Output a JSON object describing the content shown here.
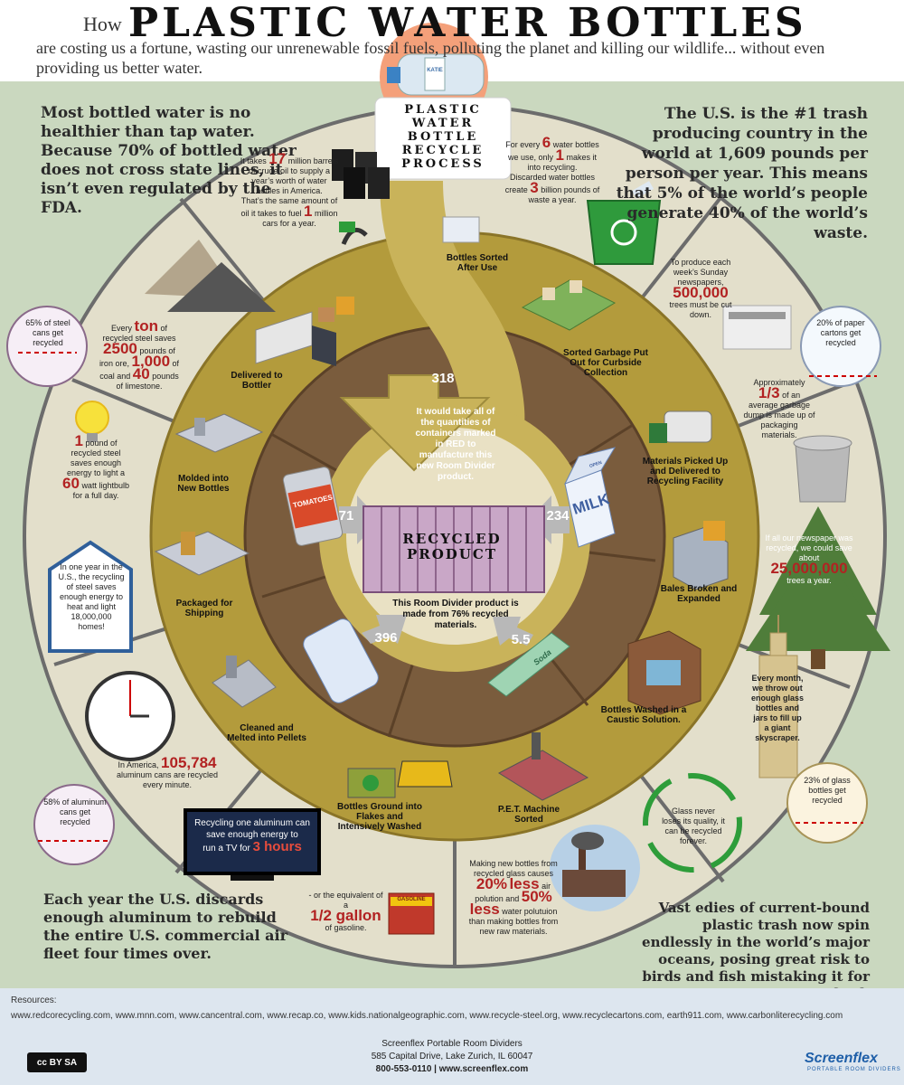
{
  "header": {
    "how": "How",
    "title": "PLASTIC WATER BOTTLES",
    "subtitle": "are costing us a fortune, wasting our unrenewable fossil fuels, polluting the planet and killing our wildlife... without even providing us better water."
  },
  "facts": {
    "top_left": "Most bottled water is no healthier than tap water. Because 70% of bottled water does not cross state lines, it isn’t even regulated by the FDA.",
    "top_right": "The U.S. is the #1 trash producing country in the world at 1,609 pounds per person per year. This means that 5% of the world’s people generate 40% of the world’s waste.",
    "bottom_left": "Each year the U.S. discards enough aluminum to rebuild the entire U.S. commercial air fleet four times over.",
    "bottom_right": "Vast edies of current-bound plastic trash now spin endlessly in the world’s major oceans, posing great risk to birds and fish mistaking it for food."
  },
  "process_title": "PLASTIC WATER BOTTLE RECYCLE PROCESS",
  "bottle_brand": "KATIE",
  "ring_facts": {
    "oil_pre": "It takes",
    "oil_num": "17",
    "oil_post": "million barrels of crude oil to supply a year’s worth of water bottles in America.",
    "oil_cars_pre": "That’s the same amount of oil it takes to fuel",
    "oil_cars_num": "1",
    "oil_cars_post": "million cars for a year.",
    "recycle_pre": "For every",
    "recycle_num6": "6",
    "recycle_mid": "water bottles we use, only",
    "recycle_num1": "1",
    "recycle_post": "makes it into recycling.",
    "discard_pre": "Discarded water bottles create",
    "discard_num": "3",
    "discard_post": "billion pounds of waste a year.",
    "news_pre": "To produce each week’s Sunday newspapers,",
    "news_num": "500,000",
    "news_post": "trees must be cut down.",
    "pack_pre": "Approximately",
    "pack_num": "1/3",
    "pack_post": "of an average garbage dump is made up of packaging materials.",
    "tree_pre": "If all our newspaper was recycled, we could save about",
    "tree_num": "25,000,000",
    "tree_post": "trees a year.",
    "sky": "Every month, we throw out enough glass bottles and jars to fill up a giant skyscraper.",
    "glass_cycle": "Glass never loses its quality, it can be recycled forever.",
    "glass_pre": "Making new bottles from recycled glass causes",
    "glass_num1": "20%",
    "glass_num1_word": "less",
    "glass_mid": "air polution and",
    "glass_num2": "50% less",
    "glass_post": "water polutuion than making bottles from new raw materials.",
    "gas_pre": "- or the equivalent of a",
    "gas_num": "1/2 gallon",
    "gas_post": "of gasoline.",
    "tv_pre": "Recycling one aluminum can save enough energy to",
    "tv_mid": "run a TV for",
    "tv_num": "3 hours",
    "alum_pre": "In America,",
    "alum_num": "105,784",
    "alum_post": "aluminum cans are recycled every minute.",
    "house": "In one year in the U.S., the recycling of steel saves enough energy to heat and light 18,000,000 homes!",
    "bulb_num": "1",
    "bulb_pre": "pound of recycled steel saves enough energy to light a",
    "bulb_num2": "60",
    "bulb_post": "watt lightbulb for a full day.",
    "steel_pre": "Every",
    "steel_word": "ton",
    "steel_mid": "of recycled steel saves",
    "steel_num1": "2500",
    "steel_mid2": "pounds of iron ore,",
    "steel_num2": "1,000",
    "steel_mid3": "of coal and",
    "steel_num3": "40",
    "steel_post": "pounds of limestone."
  },
  "bubbles": {
    "steel": "65% of steel cans get recycled",
    "paper": "20% of paper cartons get recycled",
    "aluminum": "58% of aluminum cans get recycled",
    "glass": "23% of glass bottles get recycled"
  },
  "steps": [
    "Bottles Sorted After Use",
    "Sorted Garbage Put Out for Curbside Collection",
    "Materials Picked Up and Delivered to Recycling Facility",
    "Bales Broken and Expanded",
    "Bottles Washed in a Caustic Solution.",
    "P.E.T. Machine Sorted",
    "Bottles Ground into Flakes and Intensively Washed",
    "Cleaned and Melted into Pellets",
    "Packaged for Shipping",
    "Molded into New Bottles",
    "Delivered to Bottler"
  ],
  "center": {
    "num_main": "318",
    "note": "It would take all of the quantities of containers marked in RED to manufacture this new Room Divider product.",
    "product_title": "RECYCLED PRODUCT",
    "product_note": "This Room Divider product is made from 76% recycled materials.",
    "num_left": "71",
    "num_right": "234",
    "num_bl": "396",
    "num_br": "5.5",
    "can_label": "TOMATOES",
    "milk_label": "MILK",
    "milk_open": "OPEN",
    "soda_label": "Soda",
    "gas_can_label": "GASOLINE"
  },
  "footer": {
    "resources_label": "Resources:",
    "links": "www.redcorecycling.com, www.mnn.com, www.cancentral.com, www.recap.co, www.kids.nationalgeographic.com, www.recycle-steel.org, www.recyclecartons.com, earth911.com, www.carbonliterecycling.com",
    "company": "Screenflex Portable Room Dividers",
    "address": "585 Capital Drive, Lake Zurich, IL 60047",
    "contact": "800-553-0110  |  www.screenflex.com",
    "license": "cc BY SA",
    "logo": "Screenflex",
    "logo_sub": "PORTABLE ROOM DIVIDERS"
  },
  "colors": {
    "background_band": "#cad8bf",
    "outer_ring": "#e3dfcb",
    "gold_ring": "#b39b3c",
    "inner_brown": "#7a5c3d",
    "highlight_red": "#b22222",
    "product_purple": "#c9a7c7"
  }
}
